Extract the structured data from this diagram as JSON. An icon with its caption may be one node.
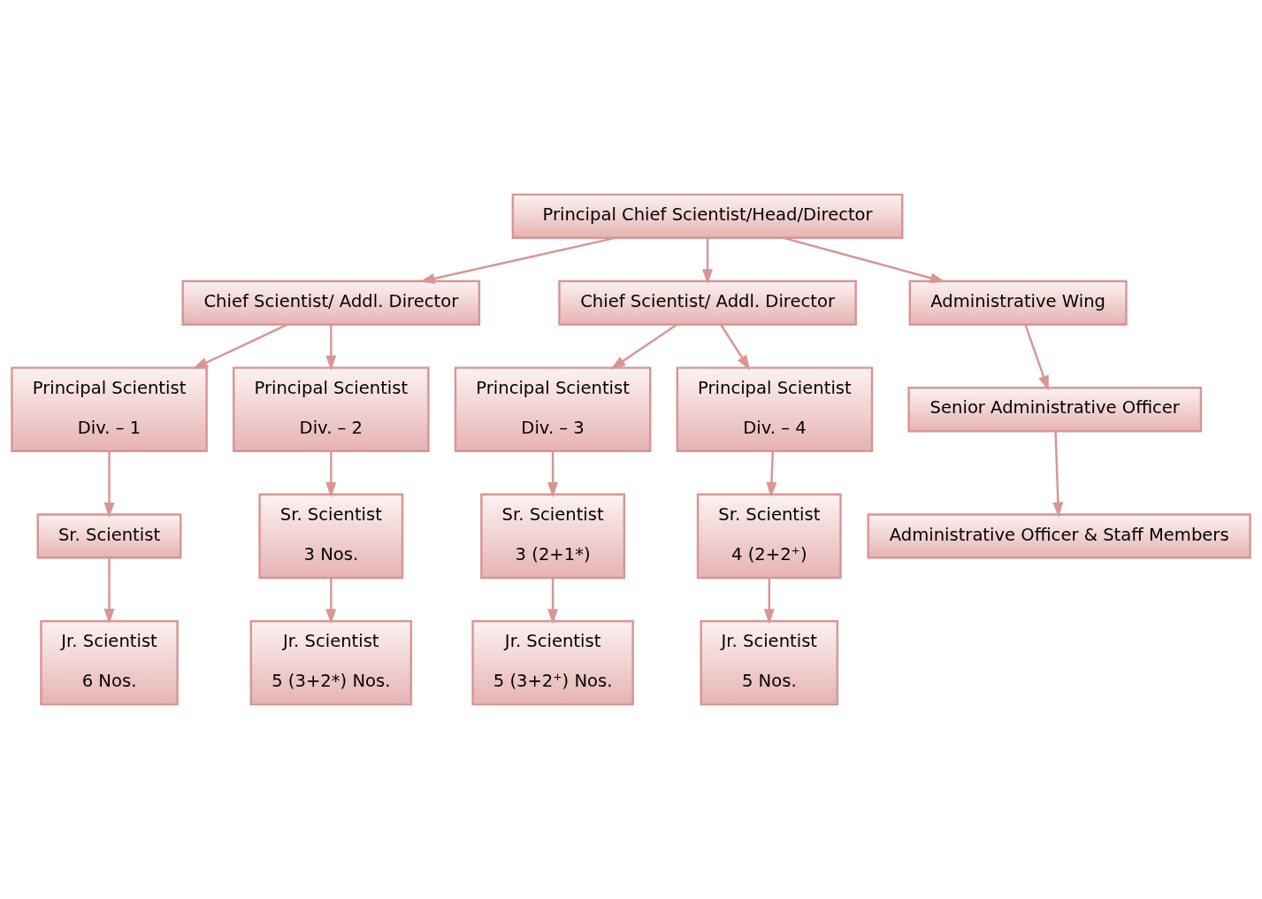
{
  "diagram": {
    "nodes": [
      {
        "text": [
          "Principal Chief Scientist/Head/Director"
        ]
      },
      {
        "text": [
          "Chief Scientist/ Addl. Director"
        ]
      },
      {
        "text": [
          "Chief Scientist/ Addl. Director"
        ]
      },
      {
        "text": [
          "Administrative Wing"
        ]
      },
      {
        "text": [
          "Principal Scientist",
          "Div. – 1"
        ]
      },
      {
        "text": [
          "Principal Scientist",
          "Div. – 2"
        ]
      },
      {
        "text": [
          "Principal Scientist",
          "Div. – 3"
        ]
      },
      {
        "text": [
          "Principal Scientist",
          "Div. – 4"
        ]
      },
      {
        "text": [
          "Sr. Scientist"
        ]
      },
      {
        "text": [
          "Sr. Scientist",
          "3 Nos."
        ]
      },
      {
        "text": [
          "Sr. Scientist",
          "3 (2+1*)"
        ]
      },
      {
        "text": [
          "Sr. Scientist",
          "4 (2+2⁺)"
        ]
      },
      {
        "text": [
          "Senior Administrative Officer"
        ]
      },
      {
        "text": [
          "Jr. Scientist",
          "6 Nos."
        ]
      },
      {
        "text": [
          "Jr. Scientist",
          "5 (3+2*) Nos."
        ]
      },
      {
        "text": [
          "Jr. Scientist",
          "5 (3+2⁺) Nos."
        ]
      },
      {
        "text": [
          "Jr. Scientist",
          "5 Nos."
        ]
      },
      {
        "text": [
          "Administrative Officer & Staff Members"
        ]
      }
    ],
    "edges": [
      {
        "from": 0,
        "to": 1,
        "arrow": "to"
      },
      {
        "from": 0,
        "to": 2,
        "arrow": "to"
      },
      {
        "from": 0,
        "to": 3,
        "arrow": "to"
      },
      {
        "from": 1,
        "to": 4,
        "arrow": "to"
      },
      {
        "from": 1,
        "to": 5,
        "arrow": "to"
      },
      {
        "from": 2,
        "to": 6,
        "arrow": "to"
      },
      {
        "from": 2,
        "to": 7,
        "arrow": "to"
      },
      {
        "from": 4,
        "to": 8,
        "arrow": "to"
      },
      {
        "from": 5,
        "to": 9,
        "arrow": "to"
      },
      {
        "from": 6,
        "to": 10,
        "arrow": "to"
      },
      {
        "from": 7,
        "to": 11,
        "arrow": "to"
      },
      {
        "from": 8,
        "to": 13,
        "arrow": "to"
      },
      {
        "from": 9,
        "to": 14,
        "arrow": "to"
      },
      {
        "from": 10,
        "to": 15,
        "arrow": "to"
      },
      {
        "from": 11,
        "to": 16,
        "arrow": "to"
      },
      {
        "from": 3,
        "to": 12,
        "arrow": "to"
      },
      {
        "from": 12,
        "to": 17,
        "arrow": "to"
      }
    ]
  }
}
